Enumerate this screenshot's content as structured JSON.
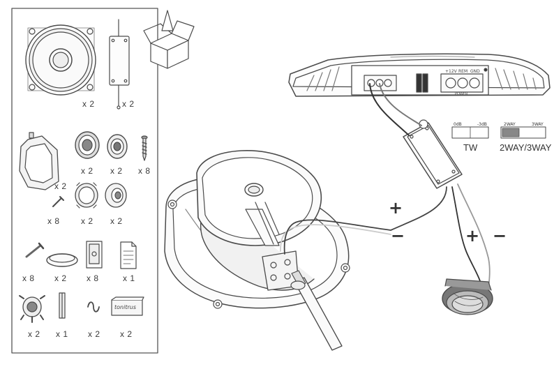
{
  "parts_panel": {
    "quantities": {
      "woofer": "x 2",
      "crossover": "x 2",
      "mount_ring": "x 2",
      "tweeter_a": "x 2",
      "tweeter_b": "x 2",
      "screw_long": "x 8",
      "screw_small": "x 8",
      "flush_cup": "x 2",
      "surface_cup": "x 2",
      "bolt": "x 8",
      "spacer_ring": "x 2",
      "clip": "x 8",
      "manual": "x 1",
      "swivel_mount": "x 2",
      "tool": "x 1",
      "wire_clip": "x 2",
      "logo_badge": "x 2"
    },
    "badge_text": "tonitrus"
  },
  "amplifier": {
    "terminal_labels": [
      "+12V",
      "REM",
      "GND"
    ],
    "power_label": "POWER"
  },
  "switches": {
    "tw": {
      "left": "0dB",
      "right": "-3dB",
      "caption": "TW"
    },
    "way": {
      "left": "2WAY",
      "right": "3WAY",
      "caption": "2WAY/3WAY"
    }
  },
  "polarity": {
    "plus": "+",
    "minus": "−"
  }
}
